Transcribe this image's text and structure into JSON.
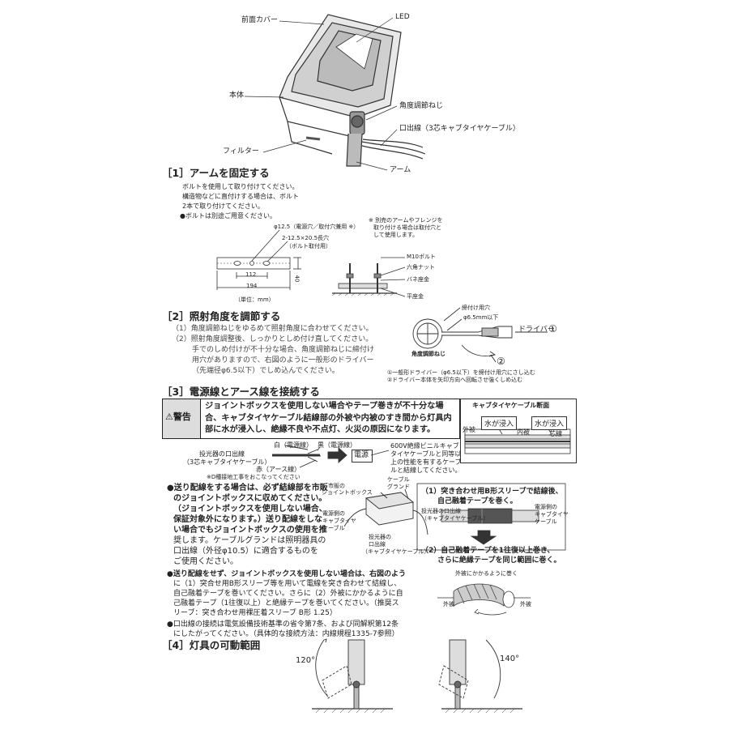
{
  "diagram1": {
    "labels": {
      "front_cover": "前面カバー",
      "led": "LED",
      "body": "本体",
      "angle_screw": "角度調節ねじ",
      "outlet_cable": "口出線（3芯キャブタイヤケーブル）",
      "filter": "フィルター",
      "arm": "アーム"
    }
  },
  "section1": {
    "title": "［1］アームを固定する",
    "lines": [
      "ボルトを使用して取り付けてください。",
      "構造物などに直付けする場合は、ボルト",
      "2本で取り付けてください。",
      "●ボルトは別途ご用意ください。"
    ],
    "dims": {
      "hole": "φ12.5（電源穴／取付穴兼用 ※）",
      "slot": "2-12.5×20.5長穴",
      "slot_sub": "（ボルト取付用）",
      "d112": "112",
      "d194": "194",
      "d40": "40",
      "unit": "（単位：mm）"
    },
    "note": [
      "※ 別売のアームやフレンジを",
      "取り付ける場合は取付穴と",
      "して使用します。"
    ],
    "parts": {
      "bolt": "M10ボルト",
      "nut": "六角ナット",
      "washer": "バネ座金",
      "flat": "平座金"
    }
  },
  "section2": {
    "title": "［2］照射角度を調節する",
    "lines": [
      "（1）角度調節ねじをゆるめて照射角度に合わせてください。",
      "（2）照射角度調整後、しっかりとしめ付け直してください。",
      "手でのしめ付けが不十分な場合、角度調節ねじに締付け",
      "用穴がありますので、右図のように一般形のドライバー",
      "（先端径φ6.5以下）でしめ込んでください。"
    ],
    "diagram": {
      "hole": "締付け用穴",
      "phi": "φ6.5mm以下",
      "driver": "ドライバー",
      "n1": "①",
      "n2": "②",
      "screw": "角度調節ねじ",
      "note1": "①一般形ドライバー（φ6.5以下）を締付け用穴にさし込む",
      "note2": "②ドライバー本体を矢印方向へ回転させ強くしめ込む"
    }
  },
  "section3": {
    "title": "［3］電源線とアース線を接続する",
    "warning_label": "⚠警告",
    "warning_text": "ジョイントボックスを使用しない場合やテープ巻きが不十分な場合、キャブタイヤケーブル結線部の外被や内被のすき間から灯具内部に水が浸入し、絶縁不良や不点灯、火災の原因になります。",
    "cable_section": {
      "title": "キャブタイヤケーブル断面",
      "water1": "水が浸入",
      "water2": "水が浸入",
      "outer": "外被",
      "inner": "内被",
      "core": "芯線"
    },
    "wiring": {
      "white": "白（電源線）",
      "black": "黒（電源線）",
      "red": "赤（アース線）",
      "fixture": "投光器の口出線",
      "fixture_sub": "（3芯キャブタイヤケーブル）",
      "d_work": "※D種接地工事をおこなってください",
      "power": "電源",
      "cable_note": [
        "600V絶縁ビニルキャブ",
        "タイヤケーブルと同等以",
        "上の性能を有するケーブ",
        "ルと結線してください。"
      ]
    },
    "bullet1_lines": [
      "●送り配線をする場合は、必ず結線部を市販",
      "のジョイントボックスに収めてください。",
      "（ジョイントボックスを使用しない場合、",
      "保証対象外になります。）送り配線をしな",
      "い場合でもジョイントボックスの使用を推",
      "奨します。ケーブルグランドは照明器具の",
      "口出線（外径φ10.5）に適合するものを",
      "ご使用ください。"
    ],
    "jbox": {
      "box": "市販の",
      "box2": "ジョイントボックス",
      "gland": "ケーブル",
      "gland2": "グランド",
      "power_side": "電源側の",
      "power_side2": "キャブタイヤ",
      "power_side3": "ケーブル",
      "fixture_side": "投光器の",
      "fixture_side2": "口出線",
      "fixture_side3": "（キャブタイヤケーブル）"
    },
    "bullet2_lines": [
      "●送り配線をせず、ジョイントボックスを使用しない場合は、右図のよう",
      "に（1）突合せ用B形スリーブ等を用いて電線を突き合わせて結線し、",
      "自己融着テープを巻いてください。さらに（2）外被にかかるように自",
      "己融着テープ（1往復以上）と絶縁テープを巻いてください。（推奨ス",
      "リーブ：突き合わせ用裸圧着スリーブ B形 1.25）"
    ],
    "bullet3_lines": [
      "●口出線の接続は電気設備技術基準の省令第7条、および同解釈第12条",
      "にしたがってください。（具体的な接続方法：内線規程1335-7参照）"
    ],
    "tape_box": {
      "step1": "（1）突き合わせ用B形スリーブで結線後、",
      "step1b": "自己融着テープを巻く。",
      "fixture": "投光器の口出線",
      "fixture2": "（キャブタイヤケーブル）",
      "power": "電源側の",
      "power2": "キャブタイヤ",
      "power3": "ケーブル",
      "step2": "（2）自己融着テープを1往復以上巻き、",
      "step2b": "さらに絶縁テープを同じ範囲に巻く。",
      "over": "外被にかかるように巻く",
      "outer_l": "外被",
      "outer_r": "外被"
    }
  },
  "section4": {
    "title": "［4］灯具の可動範囲",
    "angle_left": "120°",
    "angle_right": "140°"
  }
}
